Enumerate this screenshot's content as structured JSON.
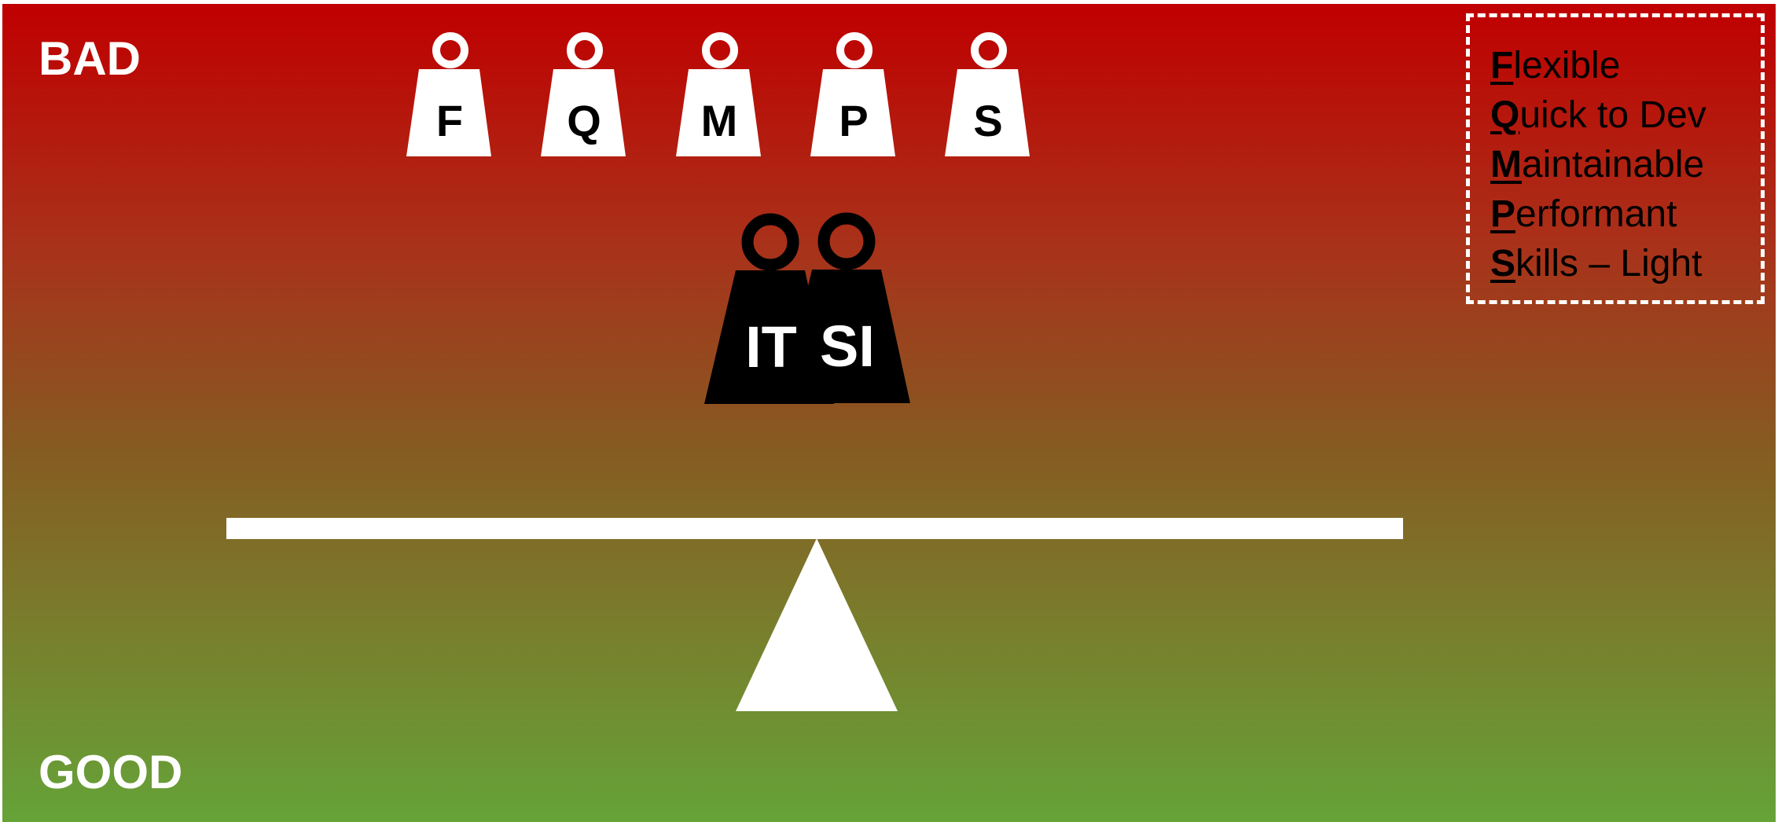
{
  "labels": {
    "bad": "BAD",
    "good": "GOOD"
  },
  "weights": [
    {
      "letter": "F"
    },
    {
      "letter": "Q"
    },
    {
      "letter": "M"
    },
    {
      "letter": "P"
    },
    {
      "letter": "S"
    }
  ],
  "heavy_weights": [
    {
      "letter": "IT"
    },
    {
      "letter": "SI"
    }
  ],
  "legend": [
    {
      "key": "F",
      "rest": "lexible"
    },
    {
      "key": "Q",
      "rest": "uick to Dev"
    },
    {
      "key": "M",
      "rest": "aintainable"
    },
    {
      "key": "P",
      "rest": "erformant"
    },
    {
      "key": "S",
      "rest": "kills – Light"
    }
  ],
  "colors": {
    "top": "#c00000",
    "bottom": "#65a338",
    "light_weight": "#ffffff",
    "heavy_weight": "#000000"
  }
}
